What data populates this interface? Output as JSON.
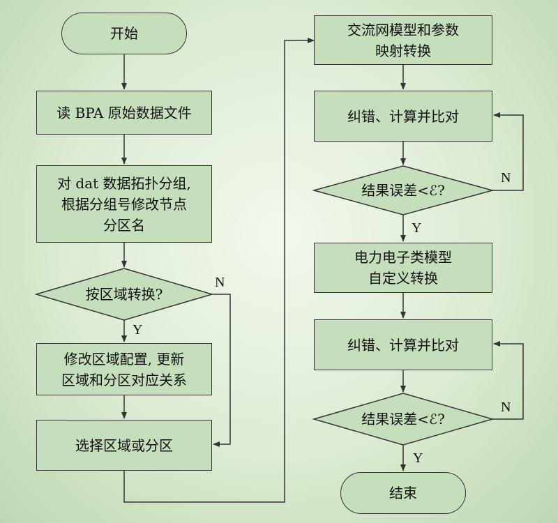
{
  "nodes": {
    "start": "开始",
    "read_bpa": "读 BPA 原始数据文件",
    "topology_group": "对 dat 数据拓扑分组,\n根据分组号修改节点\n分区名",
    "by_area_decision": "按区域转换?",
    "modify_area": "修改区域配置, 更新\n区域和分区对应关系",
    "select_area": "选择区域或分区",
    "ac_model_map": "交流网模型和参数\n映射转换",
    "correct_compare_1": "纠错、计算并比对",
    "error_decision_1": "结果误差<ℰ?",
    "power_electronics": "电力电子类模型\n自定义转换",
    "correct_compare_2": "纠错、计算并比对",
    "error_decision_2": "结果误差<ℰ?",
    "end": "结束"
  },
  "labels": {
    "yes": "Y",
    "no": "N"
  }
}
